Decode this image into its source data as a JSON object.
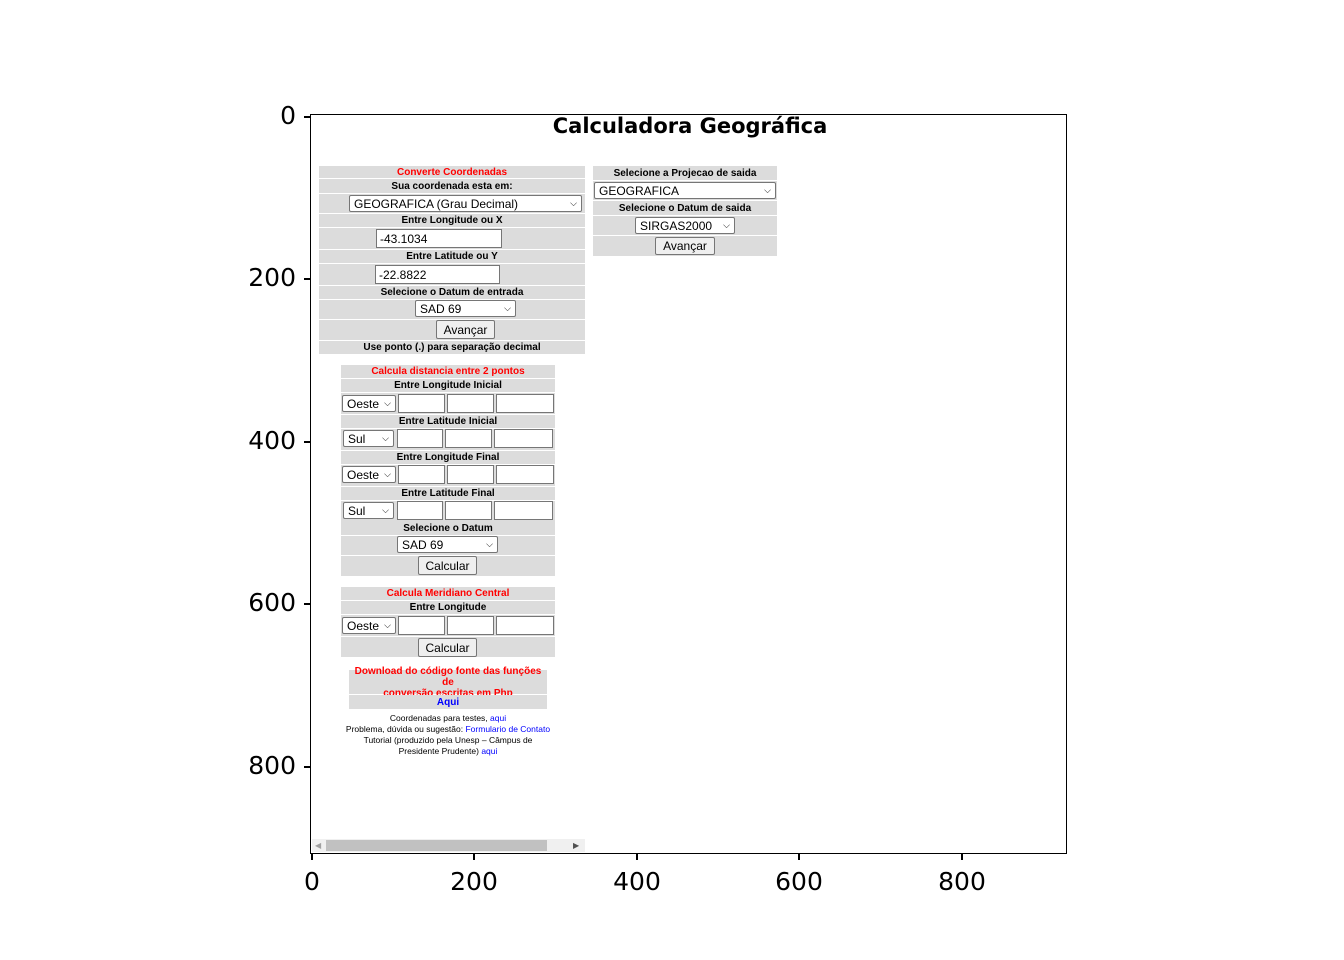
{
  "page_title": "Calculadora Geográfica",
  "axes": {
    "y_ticks": [
      "0",
      "200",
      "400",
      "600",
      "800"
    ],
    "x_ticks": [
      "0",
      "200",
      "400",
      "600",
      "800"
    ]
  },
  "converter": {
    "header": "Converte Coordenadas",
    "source_label": "Sua coordenada esta em:",
    "source_value": "GEOGRAFICA (Grau Decimal)",
    "lon_label": "Entre Longitude ou X",
    "lon_value": "-43.1034",
    "lat_label": "Entre Latitude ou Y",
    "lat_value": "-22.8822",
    "datum_label": "Selecione o Datum de entrada",
    "datum_value": "SAD 69",
    "submit_label": "Avançar",
    "note": "Use ponto (.) para separação decimal"
  },
  "output": {
    "projection_label": "Selecione a Projecao de saida",
    "projection_value": "GEOGRAFICA",
    "datum_label": "Selecione o Datum de saida",
    "datum_value": "SIRGAS2000",
    "submit_label": "Avançar"
  },
  "distance": {
    "header": "Calcula distancia entre 2 pontos",
    "lon_start_label": "Entre Longitude Inicial",
    "lon_start_dir": "Oeste",
    "lat_start_label": "Entre Latitude Inicial",
    "lat_start_dir": "Sul",
    "lon_end_label": "Entre Longitude Final",
    "lon_end_dir": "Oeste",
    "lat_end_label": "Entre Latitude Final",
    "lat_end_dir": "Sul",
    "datum_label": "Selecione o Datum",
    "datum_value": "SAD 69",
    "submit_label": "Calcular"
  },
  "meridian": {
    "header": "Calcula Meridiano Central",
    "lon_label": "Entre Longitude",
    "lon_dir": "Oeste",
    "submit_label": "Calcular"
  },
  "download": {
    "header_line1": "Download do código fonte das funções de",
    "header_line2": "conversão escritas em Php",
    "link": "Aqui"
  },
  "footer": {
    "line1_text": "Coordenadas para testes,",
    "line1_link": "aqui",
    "line2_text": "Problema, dúvida ou sugestão:",
    "line2_link": "Formulario de Contato",
    "line3_text": "Tutorial (produzido pela Unesp – Câmpus de",
    "line4_text": "Presidente Prudente)",
    "line4_link": "aqui"
  },
  "icons": {
    "dropdown": "chevron-down-icon",
    "scroll_left": "scroll-left-arrow-icon",
    "scroll_right": "scroll-right-arrow-icon"
  }
}
